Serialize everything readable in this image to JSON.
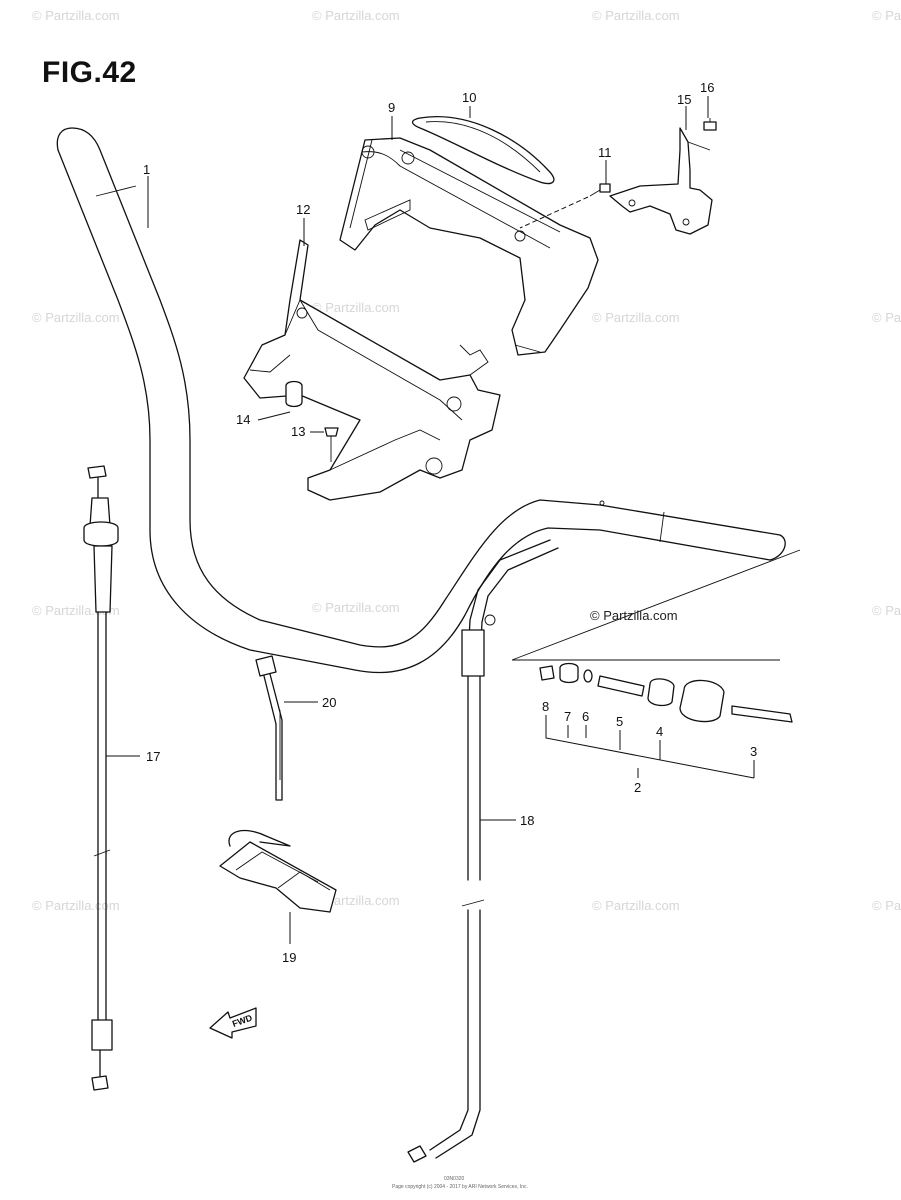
{
  "figure": {
    "title": "FIG.42",
    "copyright_note": "© Partzilla.com",
    "footer_code": "03N0320",
    "footer_text": "Page copyright (c) 2004 - 2017 by ARI Network Services, Inc.",
    "fwd_label": "FWD"
  },
  "watermark": "© Partzilla.com",
  "callouts": [
    "1",
    "2",
    "3",
    "4",
    "5",
    "6",
    "7",
    "8",
    "9",
    "10",
    "11",
    "12",
    "13",
    "14",
    "15",
    "16",
    "17",
    "18",
    "19",
    "20"
  ]
}
